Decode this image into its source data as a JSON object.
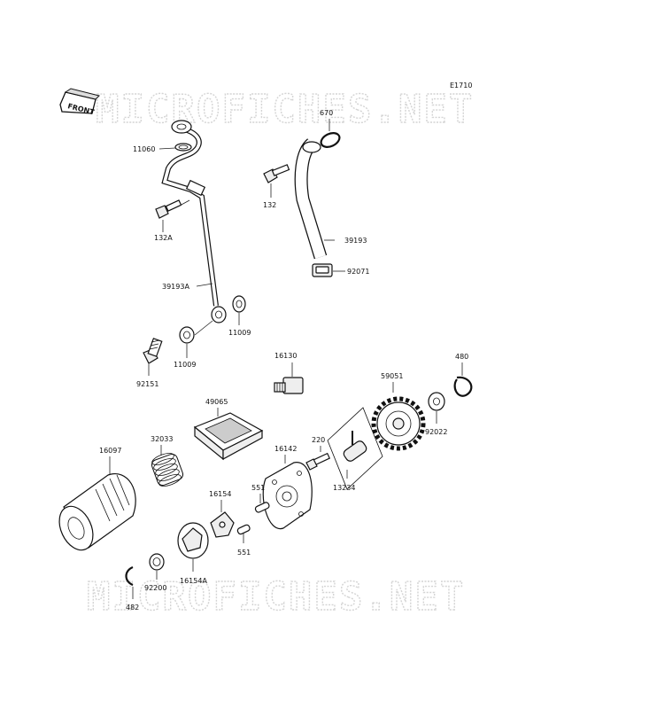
{
  "diagram_code": "E1710",
  "watermark_text": "MICROFICHES.NET",
  "front_label": "FRONT",
  "parts": {
    "p670": "670",
    "p11060": "11060",
    "p132": "132",
    "p132A": "132A",
    "p39193": "39193",
    "p92071": "92071",
    "p39193A": "39193A",
    "p11009a": "11009",
    "p11009b": "11009",
    "p92151": "92151",
    "p16130": "16130",
    "p480": "480",
    "p59051": "59051",
    "p92022": "92022",
    "p49065": "49065",
    "p220": "220",
    "p16097": "16097",
    "p32033": "32033",
    "p16142": "16142",
    "p13234": "13234",
    "p551a": "551",
    "p551b": "551",
    "p16154": "16154",
    "p16154A": "16154A",
    "p92200": "92200",
    "p482": "482"
  },
  "colors": {
    "line": "#111111",
    "watermark": "#d4d4d4",
    "background": "#ffffff"
  }
}
